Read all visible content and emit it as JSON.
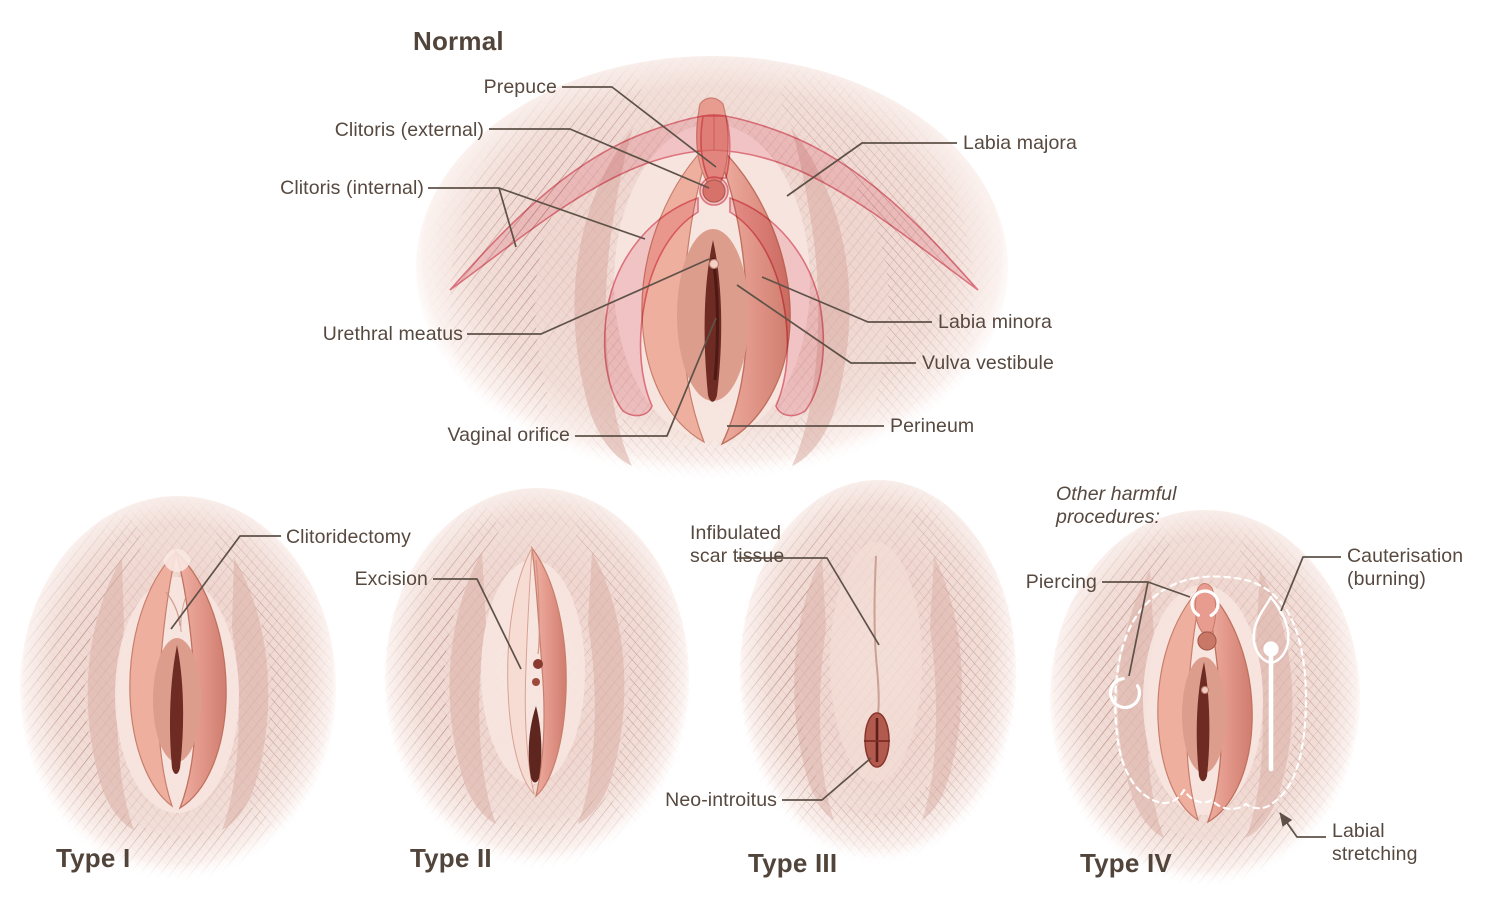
{
  "normal": {
    "title": "Normal",
    "labels": {
      "prepuce": "Prepuce",
      "clitoris_external": "Clitoris (external)",
      "clitoris_internal": "Clitoris (internal)",
      "urethral_meatus": "Urethral meatus",
      "vaginal_orifice": "Vaginal orifice",
      "labia_majora": "Labia majora",
      "labia_minora": "Labia minora",
      "vulva_vestibule": "Vulva vestibule",
      "perineum": "Perineum"
    }
  },
  "type_i": {
    "title": "Type I",
    "labels": {
      "clitoridectomy": "Clitoridectomy"
    }
  },
  "type_ii": {
    "title": "Type II",
    "labels": {
      "excision": "Excision"
    }
  },
  "type_iii": {
    "title": "Type III",
    "labels": {
      "infibulated_scar_tissue": "Infibulated scar tissue",
      "neo_introitus": "Neo-introitus"
    }
  },
  "type_iv": {
    "title": "Type IV",
    "heading": "Other harmful procedures:",
    "labels": {
      "piercing": "Piercing",
      "cauterisation": "Cauterisation (burning)",
      "labial_stretching": "Labial stretching"
    }
  },
  "colors": {
    "label_text": "#57493f",
    "leader_line": "#5e5248",
    "skin": "#f0d8d1",
    "hatch": "#a5756c",
    "inner_salmon": "#e2978a",
    "deep_red": "#6e2b23",
    "overlay_pink": "#f6c3cd",
    "overlay_stroke": "#e5808f",
    "procedure_marks": "#ffffff"
  }
}
